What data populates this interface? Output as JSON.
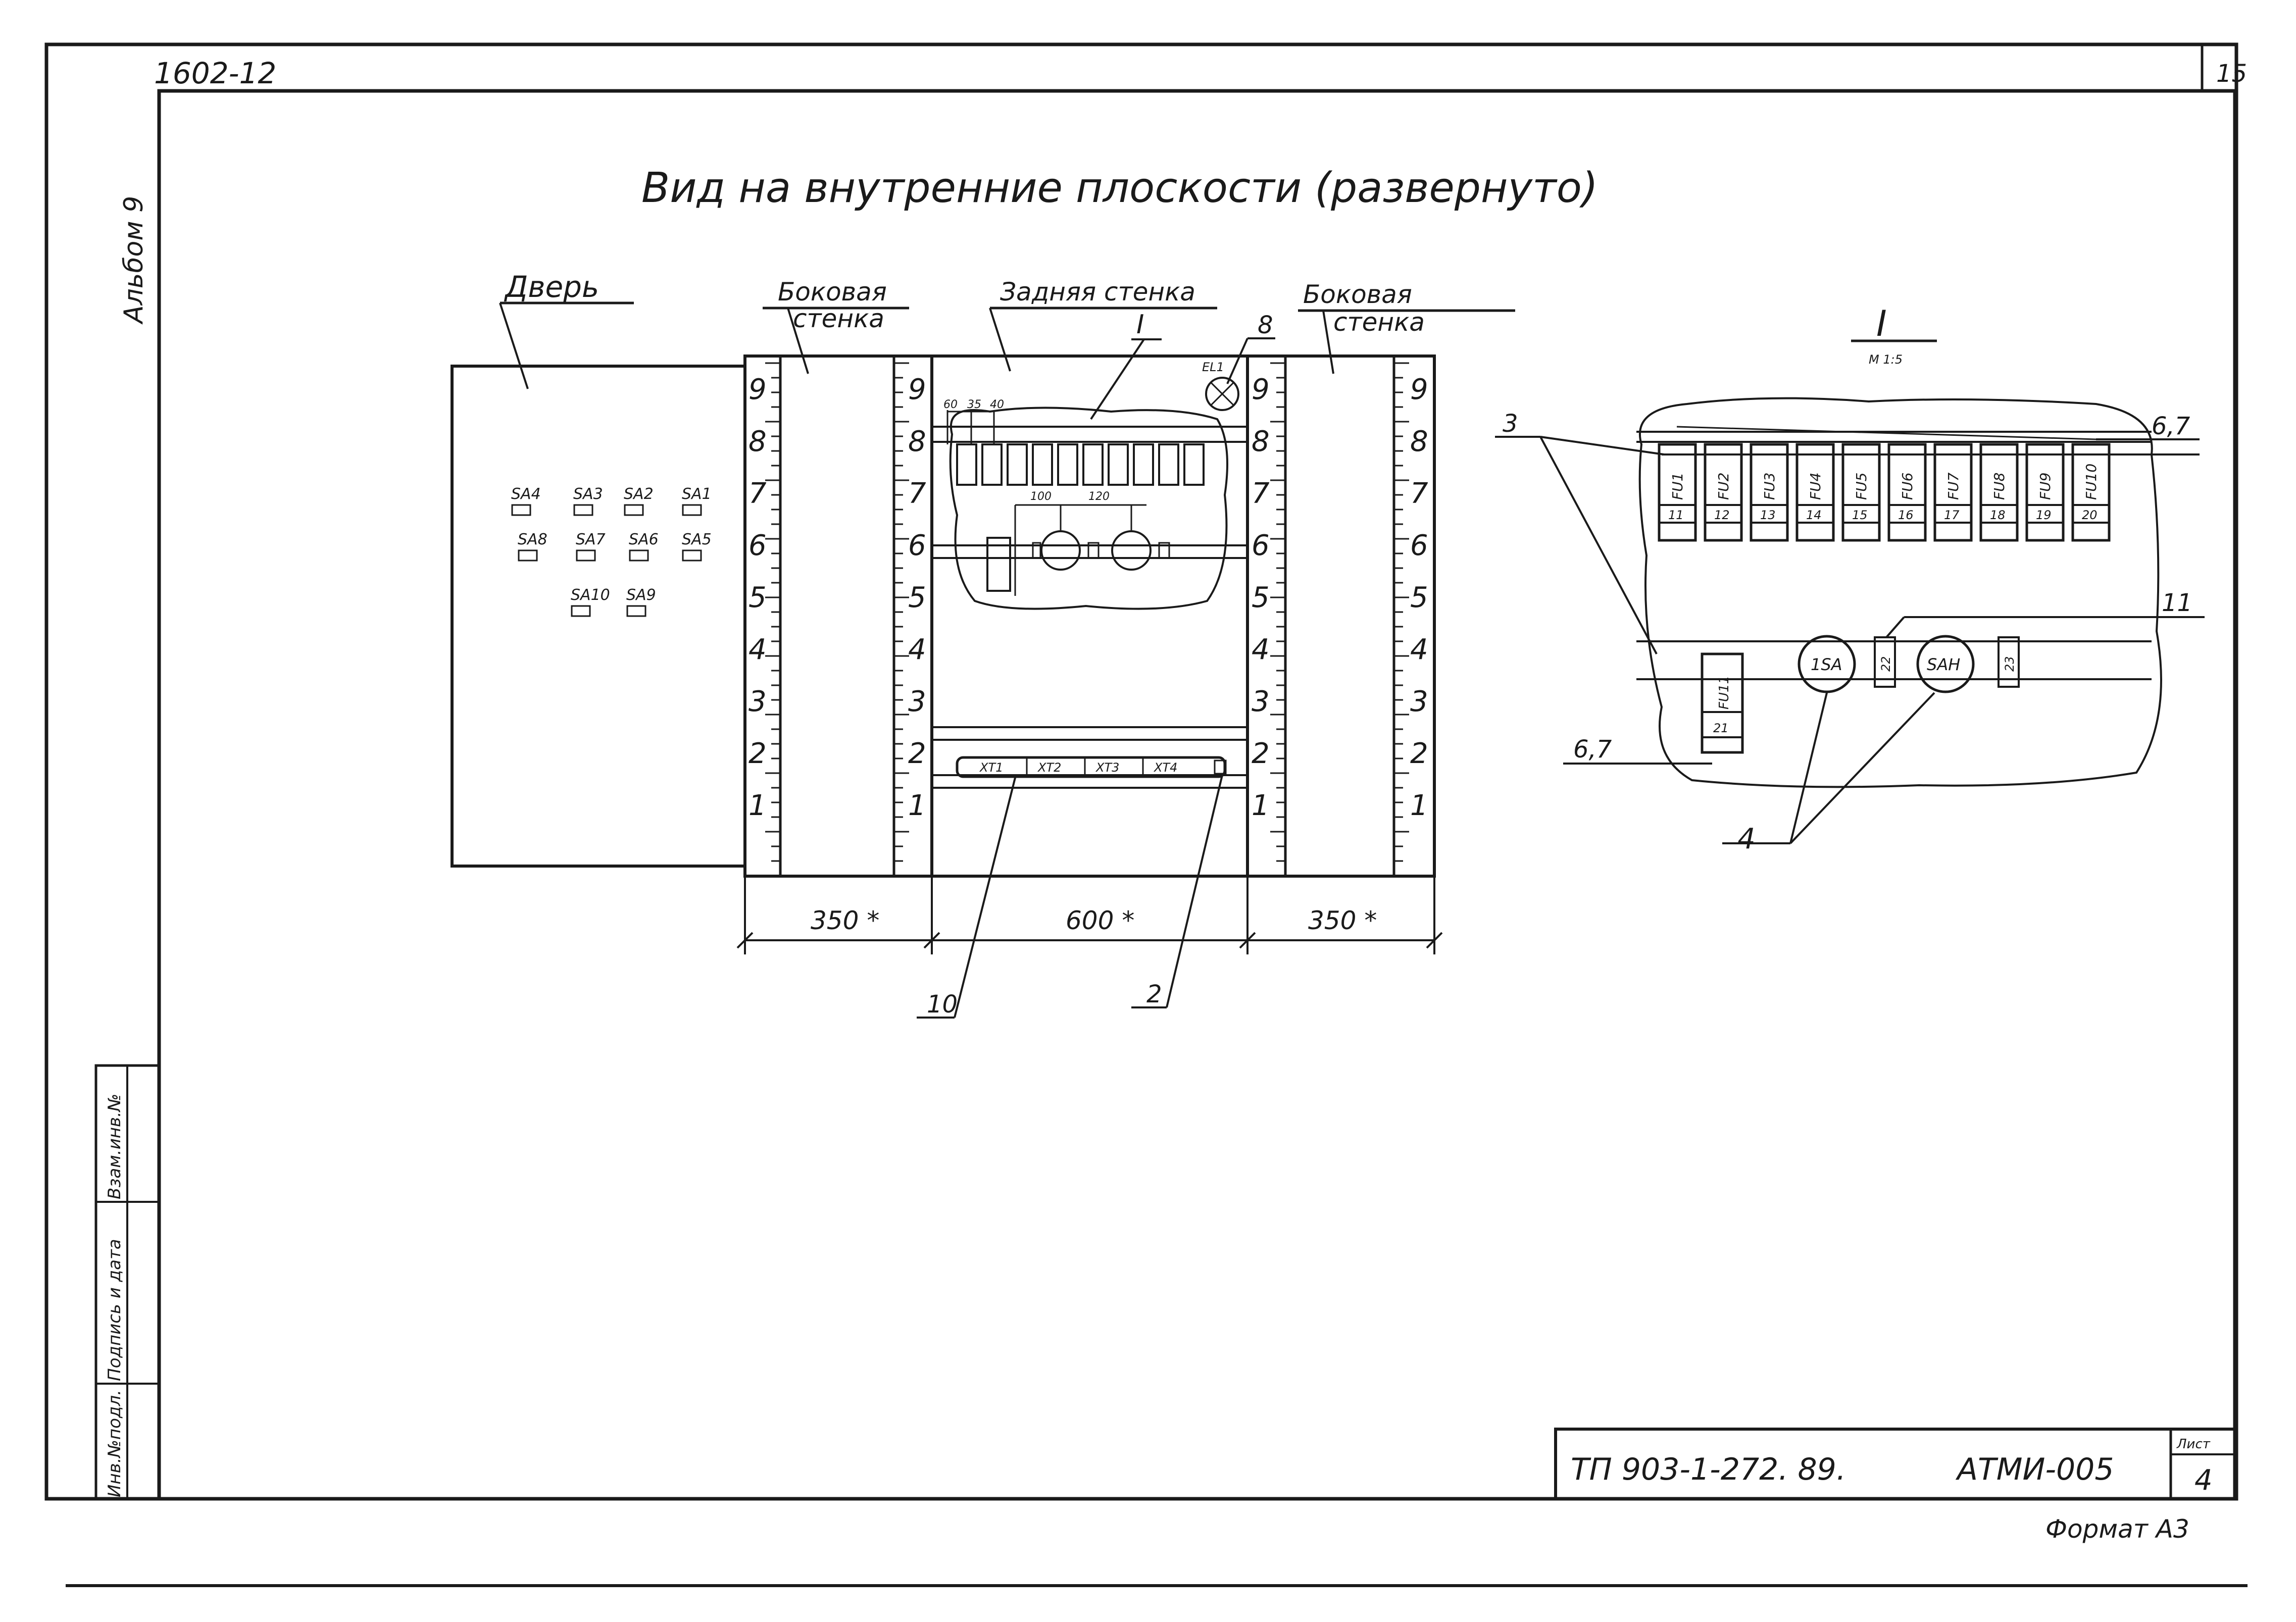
{
  "sheet": {
    "code": "1602-12",
    "page_number": "15",
    "album": "Альбом 9",
    "title": "Вид на внутренние плоскости (развернуто)",
    "format": "Формат А3"
  },
  "title_block": {
    "designation": "ТП 903-1-272. 89.",
    "doc_code": "АТМИ-005",
    "sheet_label": "Лист",
    "sheet_value": "4"
  },
  "margin_stamp": [
    "Инв.№подл.",
    "Подпись и дата",
    "Взам.инв.№"
  ],
  "views": {
    "door": {
      "label": "Дверь",
      "switches": [
        "SA4",
        "SA3",
        "SA2",
        "SA1",
        "SA8",
        "SA7",
        "SA6",
        "SA5",
        "SA10",
        "SA9"
      ]
    },
    "side_left": {
      "label_line1": "Боковая",
      "label_line2": "стенка"
    },
    "back": {
      "label": "Задняя стенка",
      "detail_ref": "I",
      "lamp_label": "EL1",
      "dims_top": [
        "60",
        "35",
        "40"
      ],
      "dims_mid": [
        "100",
        "120"
      ],
      "terminals": [
        "XT1",
        "XT2",
        "XT3",
        "XT4"
      ]
    },
    "side_right": {
      "label_line1": "Боковая",
      "label_line2": "стенка"
    },
    "scale_numbers": [
      "9",
      "8",
      "7",
      "6",
      "5",
      "4",
      "3",
      "2",
      "1"
    ],
    "widths": [
      "350 *",
      "600 *",
      "350 *"
    ]
  },
  "detail": {
    "label": "I",
    "scale": "М 1:5",
    "fuses": [
      "FU1",
      "FU2",
      "FU3",
      "FU4",
      "FU5",
      "FU6",
      "FU7",
      "FU8",
      "FU9",
      "FU10"
    ],
    "fuse_numbers": [
      "11",
      "12",
      "13",
      "14",
      "15",
      "16",
      "17",
      "18",
      "19",
      "20"
    ],
    "fuse_bottom": "FU11",
    "fuse_bottom_number": "21",
    "devices": [
      "1SA",
      "SAH"
    ],
    "small_numbers": [
      "22",
      "23"
    ]
  },
  "callouts": {
    "c2": "2",
    "c3": "3",
    "c4": "4",
    "c8": "8",
    "c10": "10",
    "c11": "11",
    "c67_top": "6,7",
    "c67_bottom": "6,7"
  }
}
